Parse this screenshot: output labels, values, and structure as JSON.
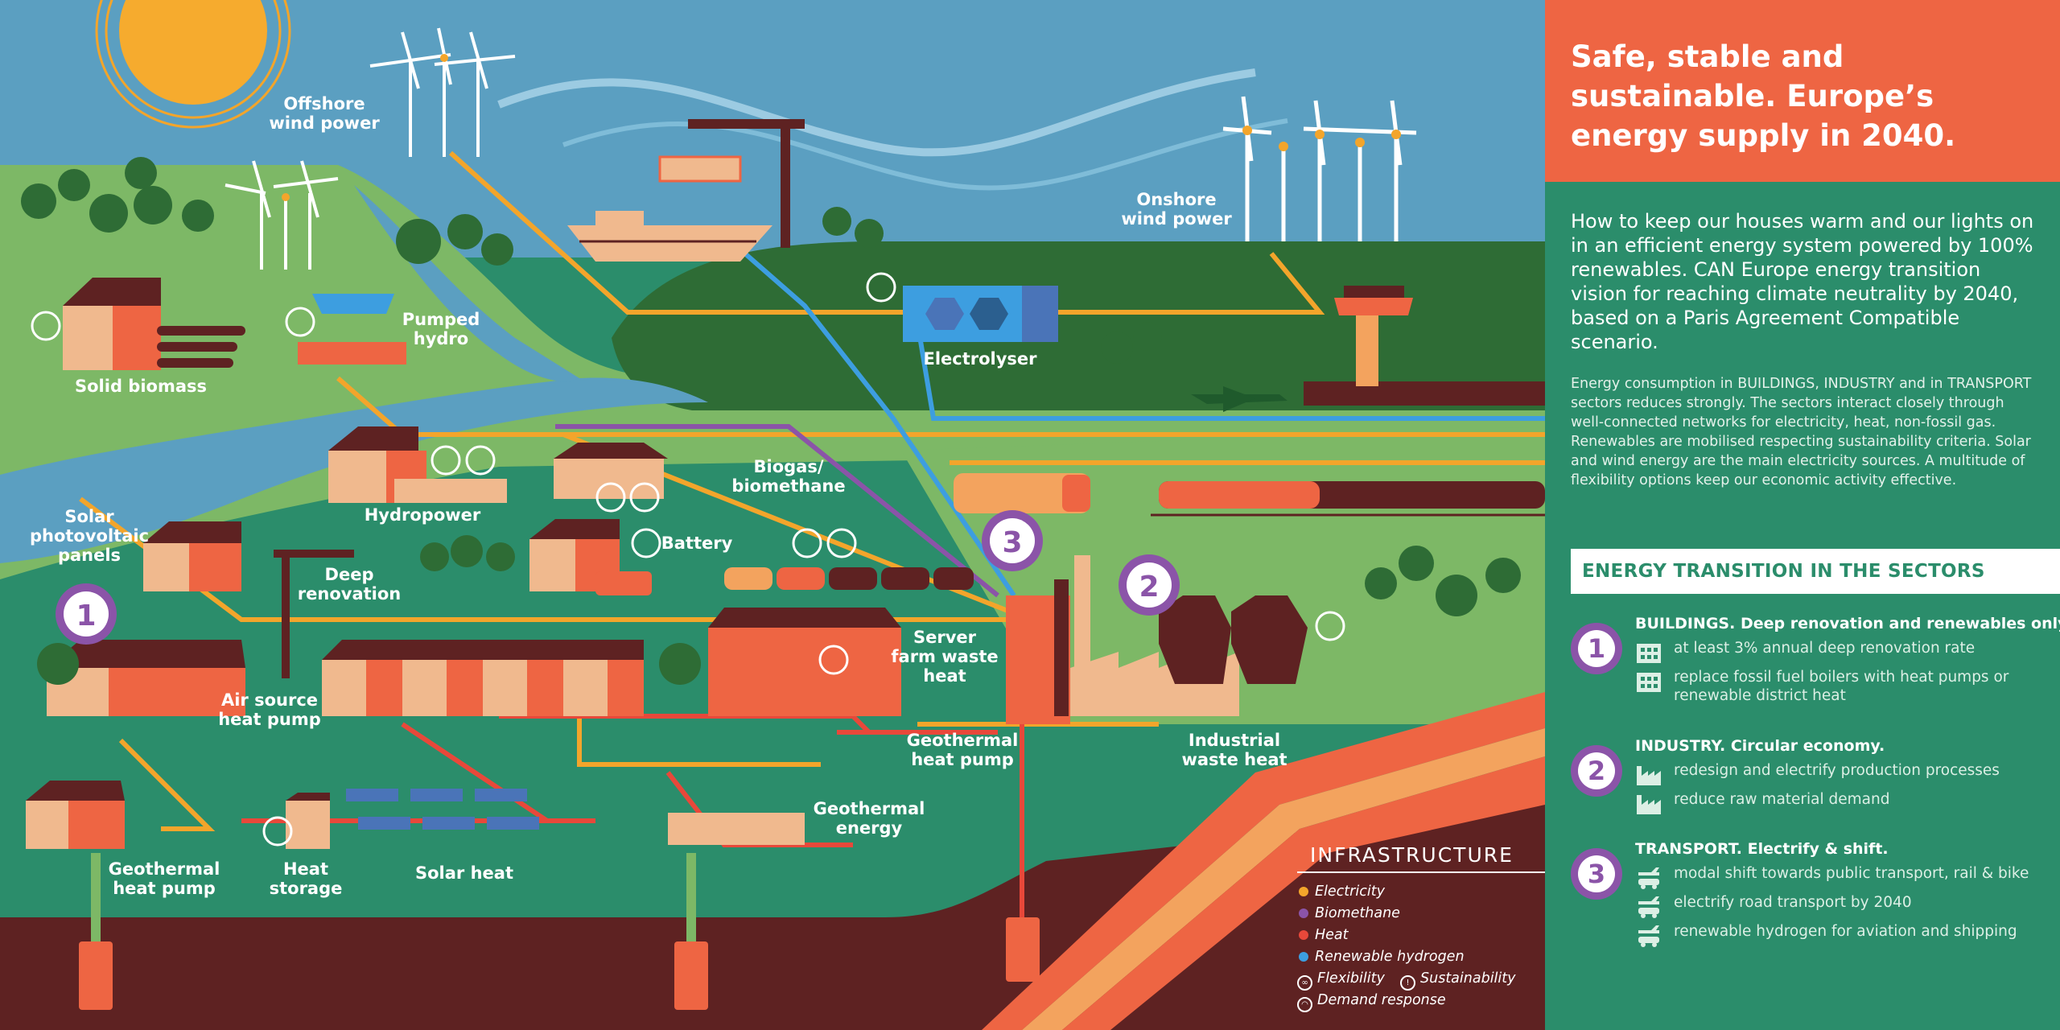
{
  "header": {
    "title": "Safe, stable and\nsustainable. Europe’s\nenergy supply in 2040.",
    "color": "#ee6543"
  },
  "intro": {
    "lead": "How to keep our houses warm and our lights on in an efficient energy system powered by 100% renewables. CAN Europe energy transition vision for reaching climate neutrality by 2040, based on a Paris Agreement Compatible scenario.",
    "body": "Energy consumption in BUILDINGS, INDUSTRY and in TRANSPORT sectors reduces strongly. The sectors interact closely through well-connected networks for electricity, heat, non-fossil gas. Renewables are mobilised respecting sustainability criteria. Solar and wind energy are the main electricity sources. A multitude of flexibility options keep our economic activity effective."
  },
  "sectors": {
    "heading": "ENERGY TRANSITION IN THE SECTORS",
    "items": [
      {
        "number": "1",
        "title": "BUILDINGS. Deep renovation and renewables only.",
        "icon": "building-icon",
        "points": [
          "at least 3% annual deep renovation rate",
          "replace fossil fuel boilers with heat pumps or renewable district heat"
        ]
      },
      {
        "number": "2",
        "title": "INDUSTRY. Circular economy.",
        "icon": "factory-icon",
        "points": [
          "redesign and electrify production processes",
          "reduce raw material demand"
        ]
      },
      {
        "number": "3",
        "title": "TRANSPORT. Electrify & shift.",
        "icon": "transport-icon",
        "points": [
          "modal shift towards public transport, rail & bike",
          "electrify road transport by 2040",
          "renewable hydrogen for aviation and shipping"
        ]
      }
    ]
  },
  "legend": {
    "title": "INFRASTRUCTURE",
    "electricity": "Electricity",
    "biomethane": "Biomethane",
    "heat": "Heat",
    "hydrogen": "Renewable hydrogen",
    "flexibility": "Flexibility",
    "sustainability": "Sustainability",
    "demand": "Demand response",
    "colors": {
      "electricity": "#f3a52b",
      "biomethane": "#8b54a8",
      "heat": "#e8483a",
      "hydrogen": "#3d9ee0"
    }
  },
  "labels": {
    "offshore_wind": "Offshore\nwind power",
    "onshore_wind": "Onshore\nwind power",
    "pumped_hydro": "Pumped\nhydro",
    "solid_biomass": "Solid biomass",
    "electrolyser": "Electrolyser",
    "hydropower": "Hydropower",
    "biogas": "Biogas/\nbiomethane",
    "solar_pv": "Solar\nphotovoltaic\npanels",
    "battery": "Battery",
    "deep_renovation": "Deep\nrenovation",
    "server_farm": "Server\nfarm waste\nheat",
    "air_source": "Air source\nheat pump",
    "geothermal_hp_center": "Geothermal\nheat pump",
    "industrial_waste": "Industrial\nwaste heat",
    "geothermal_energy": "Geothermal\nenergy",
    "geothermal_hp_left": "Geothermal\nheat pump",
    "heat_storage": "Heat\nstorage",
    "solar_heat": "Solar heat"
  },
  "map_badges": [
    "1",
    "2",
    "3"
  ]
}
